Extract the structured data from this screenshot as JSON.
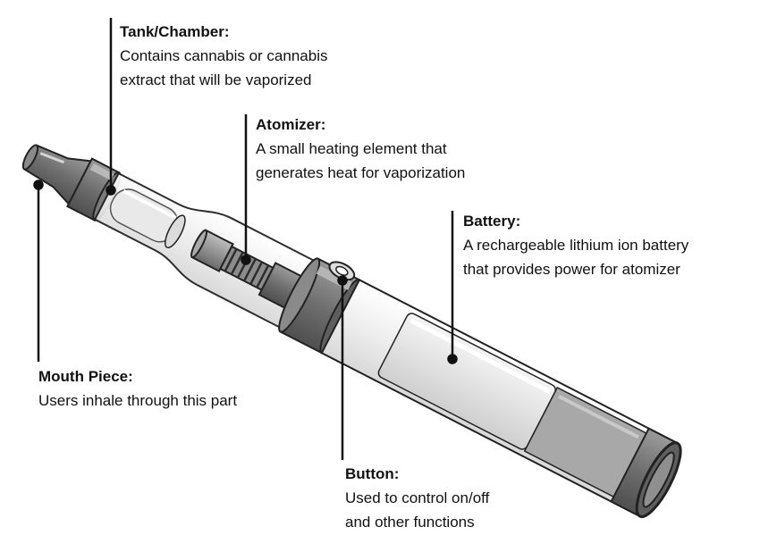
{
  "labels": {
    "tank": {
      "title": "Tank/Chamber:",
      "lines": [
        "Contains cannabis or cannabis",
        "extract that will be vaporized"
      ]
    },
    "atomizer": {
      "title": "Atomizer:",
      "lines": [
        "A small heating element that",
        "generates heat for vaporization"
      ]
    },
    "battery": {
      "title": "Battery:",
      "lines": [
        "A rechargeable lithium ion battery",
        "that provides power for atomizer"
      ]
    },
    "mouthpiece": {
      "title": "Mouth Piece:",
      "lines": [
        "Users inhale through this part"
      ]
    },
    "button": {
      "title": "Button:",
      "lines": [
        "Used to control on/off",
        "and other functions"
      ]
    }
  }
}
